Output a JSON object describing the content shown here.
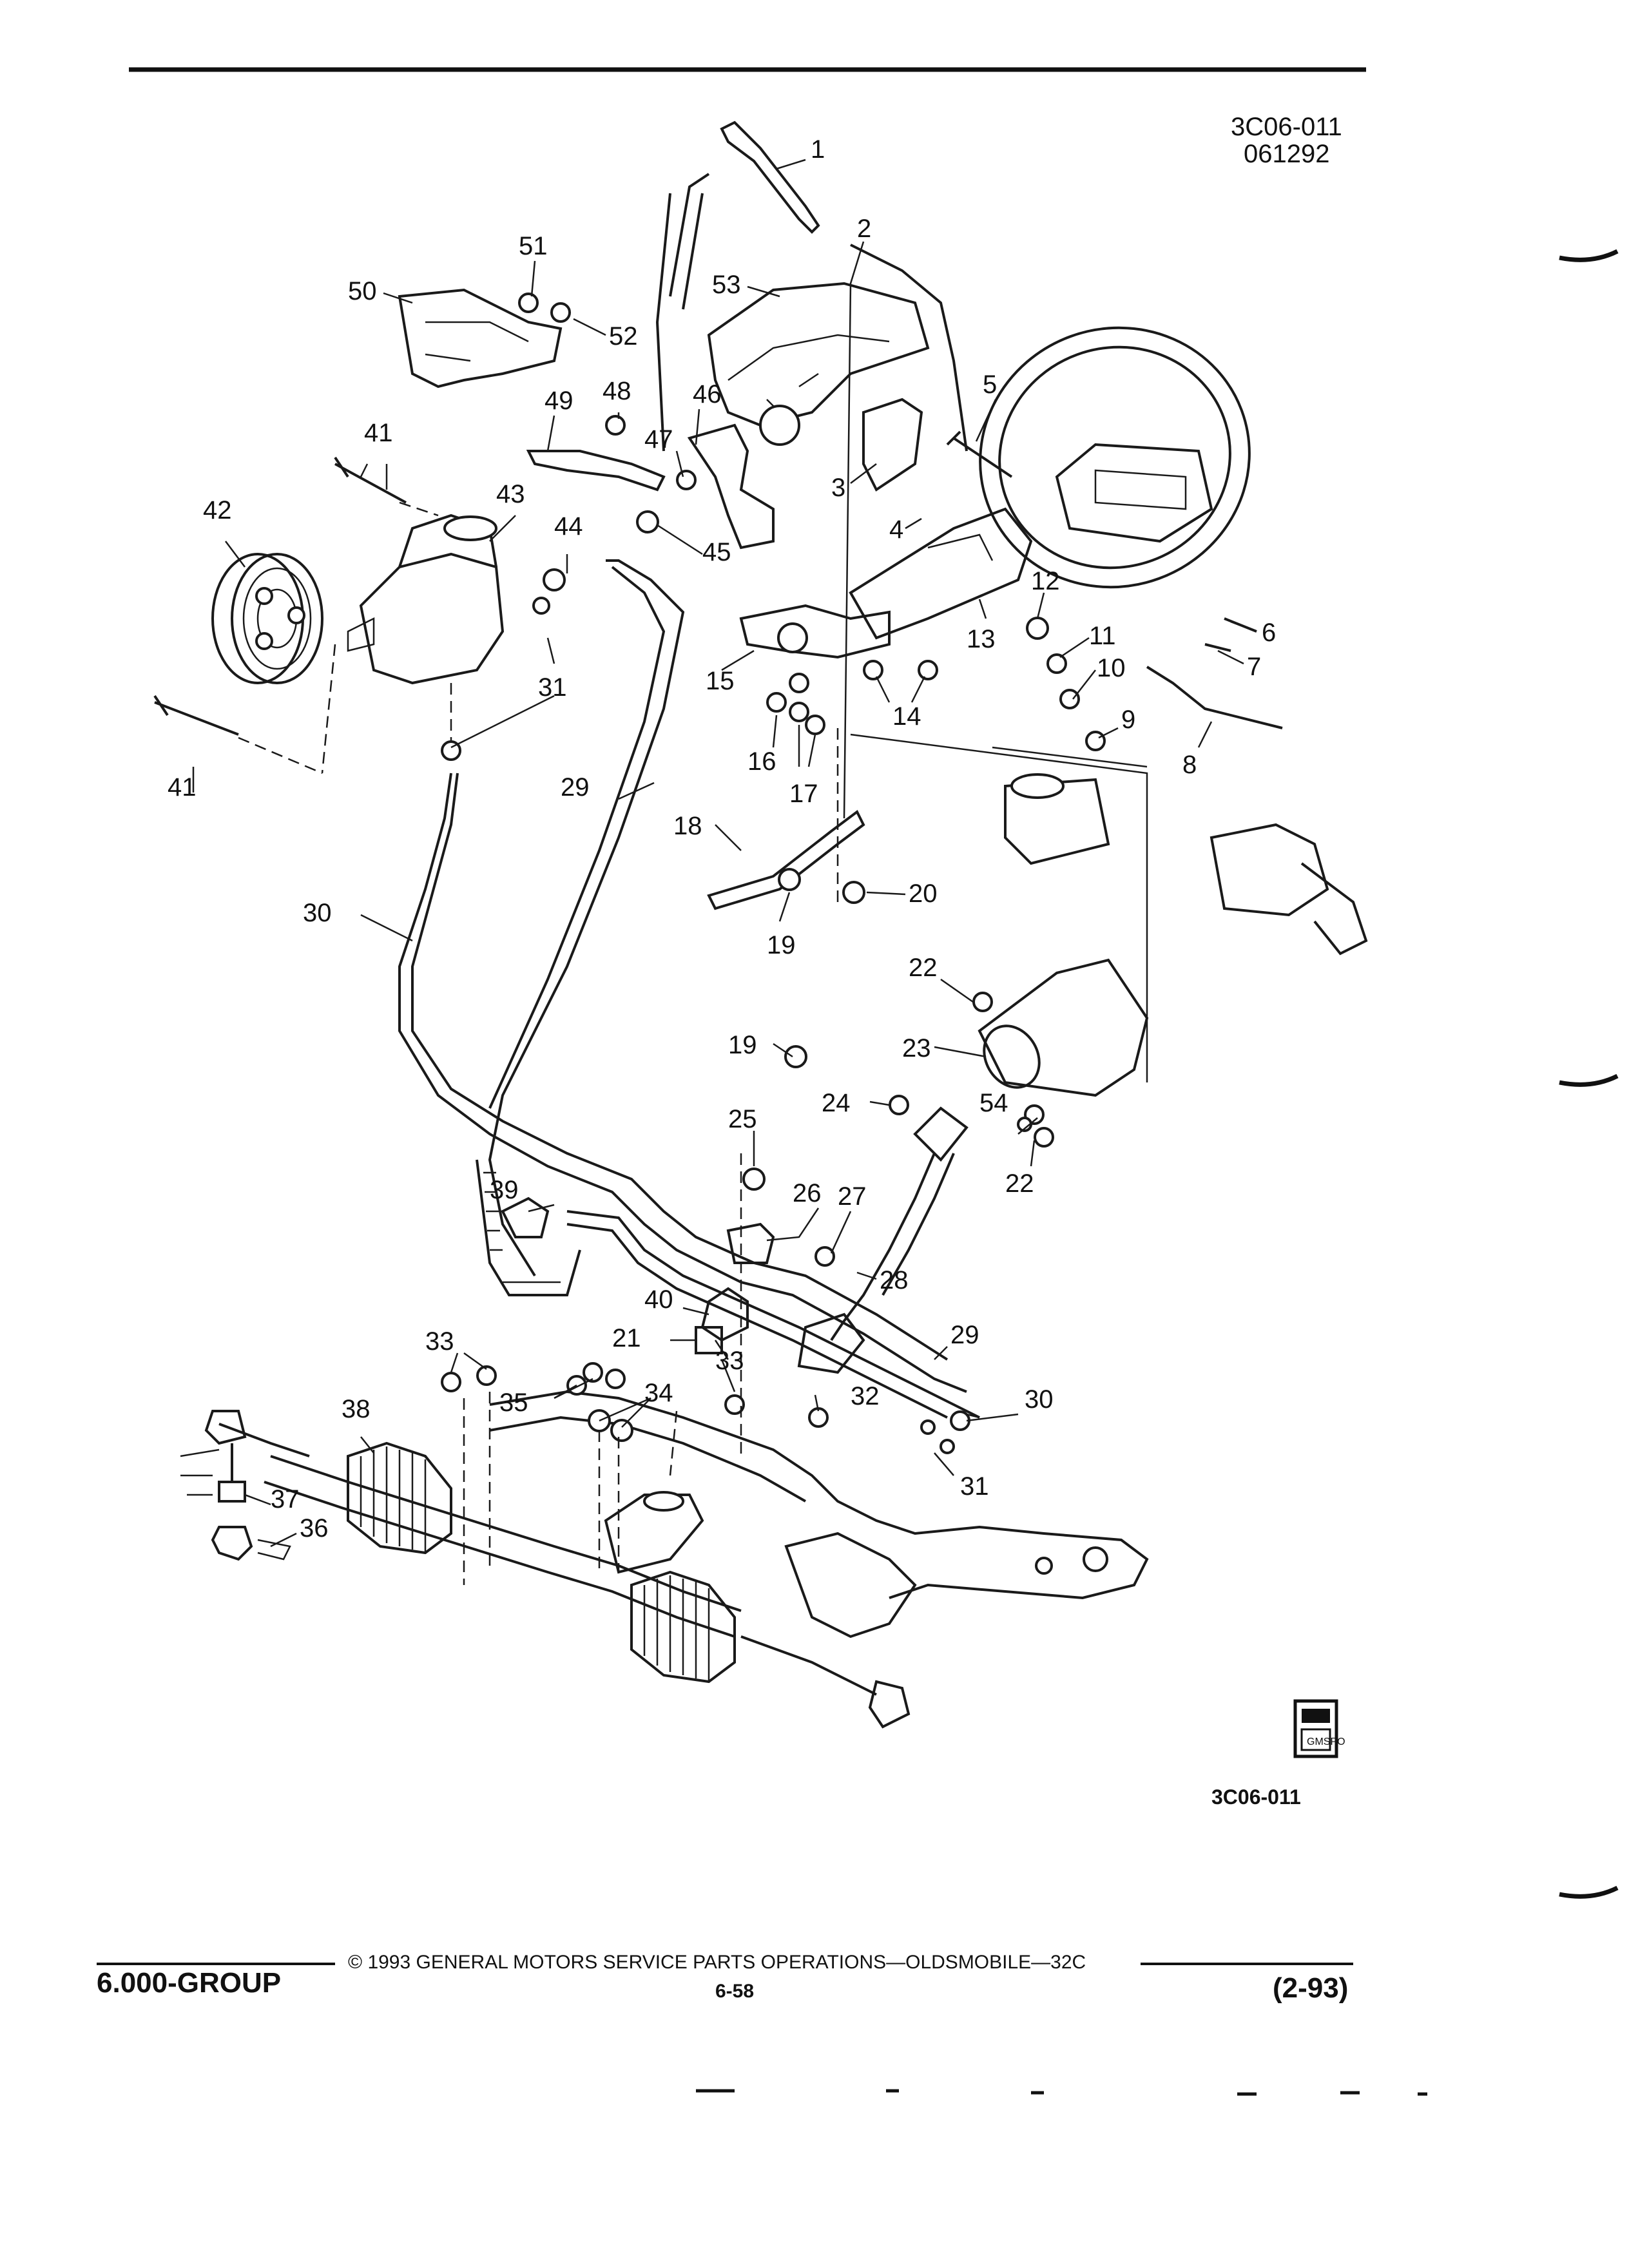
{
  "header": {
    "drawing_code": "3C06-011",
    "date_code": "061292"
  },
  "figure_code": "3C06-011",
  "gmspo_badge": {
    "icon": "gm-spo-logo-icon",
    "text": "GMSPO"
  },
  "footer": {
    "group": "6.000-GROUP",
    "copyright": "© 1993 GENERAL MOTORS SERVICE PARTS OPERATIONS—OLDSMOBILE—32C",
    "page_number": "6-58",
    "revision": "(2-93)"
  },
  "callouts": {
    "c1": "1",
    "c2": "2",
    "c3": "3",
    "c4": "4",
    "c5": "5",
    "c6": "6",
    "c7": "7",
    "c8": "8",
    "c9": "9",
    "c10": "10",
    "c11": "11",
    "c12": "12",
    "c13": "13",
    "c14": "14",
    "c15": "15",
    "c16": "16",
    "c17": "17",
    "c18": "18",
    "c19a": "19",
    "c19b": "19",
    "c20": "20",
    "c21": "21",
    "c22a": "22",
    "c22b": "22",
    "c23": "23",
    "c24": "24",
    "c25": "25",
    "c26": "26",
    "c27": "27",
    "c28": "28",
    "c29a": "29",
    "c29b": "29",
    "c30a": "30",
    "c30b": "30",
    "c31a": "31",
    "c31b": "31",
    "c32": "32",
    "c33a": "33",
    "c33b": "33",
    "c34": "34",
    "c35": "35",
    "c36": "36",
    "c37": "37",
    "c38": "38",
    "c39": "39",
    "c40": "40",
    "c41a": "41",
    "c41b": "41",
    "c42": "42",
    "c43": "43",
    "c44": "44",
    "c45": "45",
    "c46": "46",
    "c47": "47",
    "c48": "48",
    "c49": "49",
    "c50": "50",
    "c51": "51",
    "c52": "52",
    "c53": "53",
    "c54": "54"
  }
}
